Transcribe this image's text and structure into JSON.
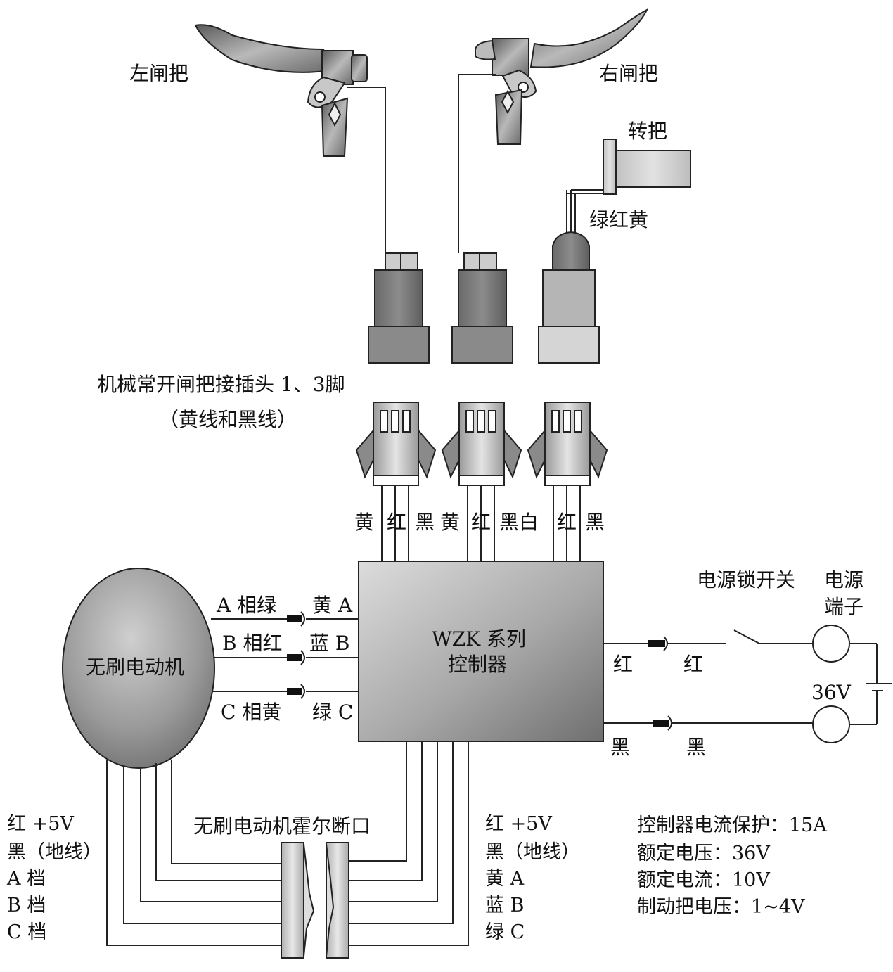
{
  "labels": {
    "left_brake": "左闸把",
    "right_brake": "右闸把",
    "throttle": "转把",
    "throttle_wires": "绿红黄",
    "brake_connector_note": "机械常开闸把接插头 1、3脚",
    "brake_connector_note2": "（黄线和黑线）",
    "motor": "无刷电动机",
    "controller_line1": "WZK 系列",
    "controller_line2": "控制器",
    "hall_break": "无刷电动机霍尔断口",
    "power_lock": "电源锁开关",
    "power_terminal_1": "电源",
    "power_terminal_2": "端子",
    "battery_voltage": "36V"
  },
  "connector_wires": {
    "c1": [
      "黄",
      "红",
      "黑"
    ],
    "c2": [
      "黄",
      "红",
      "黑白"
    ],
    "c3": [
      "红",
      "黑"
    ]
  },
  "phase_wires": {
    "motor_side": [
      "A 相绿",
      "B 相红",
      "C 相黄"
    ],
    "controller_side": [
      "黄 A",
      "蓝 B",
      "绿 C"
    ]
  },
  "power_wires": {
    "red_left": "红",
    "red_right": "红",
    "black_left": "黑",
    "black_right": "黑"
  },
  "hall_left": [
    "红 +5V",
    "黑（地线）",
    "A 档",
    "B 档",
    "C 档"
  ],
  "hall_right": [
    "红 +5V",
    "黑（地线）",
    "黄 A",
    "蓝 B",
    "绿 C"
  ],
  "specs": [
    "控制器电流保护：15A",
    "额定电压：36V",
    "额定电流：10V",
    "制动把电压：1~4V"
  ]
}
